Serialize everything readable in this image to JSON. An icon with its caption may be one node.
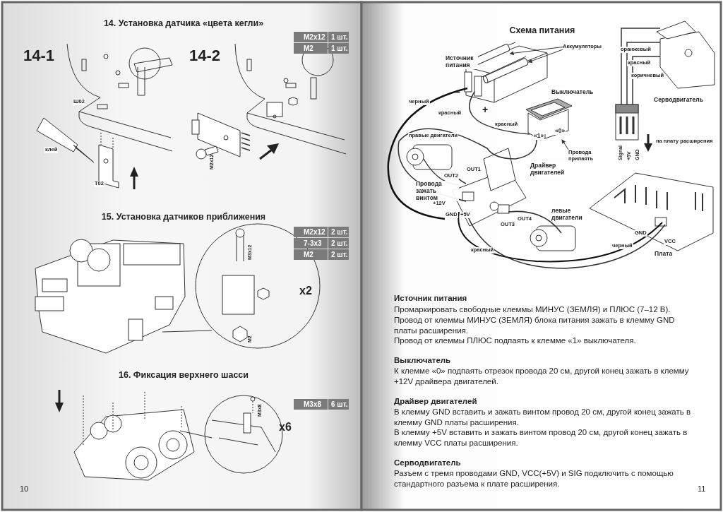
{
  "diagram": {
    "nodes": [
      {
        "text": [
          "Аккумуляторы"
        ]
      },
      {
        "text": [
          "Провода припаять"
        ]
      },
      {
        "text": [],
        "shape": "cylinder"
      },
      {
        "text": [],
        "shape": "cylinder"
      },
      {
        "text": [],
        "shape": "picture"
      }
    ],
    "edges": [
      {
        "from": 0,
        "to": 2,
        "arrow": "to"
      },
      {
        "from": 0,
        "to": 3,
        "arrow": "to"
      },
      {
        "from": 1,
        "to": 4,
        "arrow": "to"
      }
    ],
    "labels": [
      "14. Установка датчика «цвета кегли»",
      "M2x12",
      "1 шт.",
      "M2",
      "1 шт.",
      "14-1",
      "14-2",
      "Ш02",
      "клей",
      "Т02",
      "M2x12",
      "15. Установка датчиков приближения",
      "M2x12",
      "2 шт.",
      "7-3x3",
      "2 шт.",
      "M2",
      "2 шт.",
      "M3x12",
      "x2",
      "M2",
      "16. Фиксация верхнего шасси",
      "M3x8",
      "6 шт.",
      "M3x8",
      "x6",
      "10",
      "Схема питания",
      "Источник питания",
      "оранжевый",
      "красный",
      "коричневый",
      "Серводвигатель",
      "Выключатель",
      "–",
      "черный",
      "+",
      "красный",
      "красный",
      "«1»",
      "«0»",
      "правые двигатели",
      "на плату расширения",
      "Signal",
      "+5V",
      "GND",
      "OUT1",
      "OUT2",
      "Драйвер двигателей",
      "Провода зажать винтом",
      "+12V",
      "GND",
      "+5V",
      "OUT3",
      "OUT4",
      "левые двигатели",
      "GND",
      "VCC",
      "черный",
      "красный",
      "Плата",
      "Источник питания",
      "Промаркировать свободные клеммы МИНУС (ЗЕМЛЯ) и ПЛЮС (7–12 В).",
      "Провод от клеммы МИНУС (ЗЕМЛЯ) блока питания зажать в клемму GND платы расширения.",
      "Провод от клеммы ПЛЮС подпаять к клемме «1» выключателя.",
      "Выключатель",
      "К клемме «0» подпаять отрезок провода 20 см, другой конец зажать в клемму +12V драйвера двигателей.",
      "Драйвер двигателей",
      "В клемму GND вставить и зажать винтом провод 20 см, другой конец зажать в клемму GND платы расширения.",
      "В клемму +5V вставить и зажать винтом провод 20 см, другой конец зажать в клемму VCC платы расширения.",
      "Серводвигатель",
      "Разъем с тремя проводами GND, VCC(+5V) и SIG подключить с помощью стандартного разъема к плате расширения.",
      "11"
    ]
  }
}
